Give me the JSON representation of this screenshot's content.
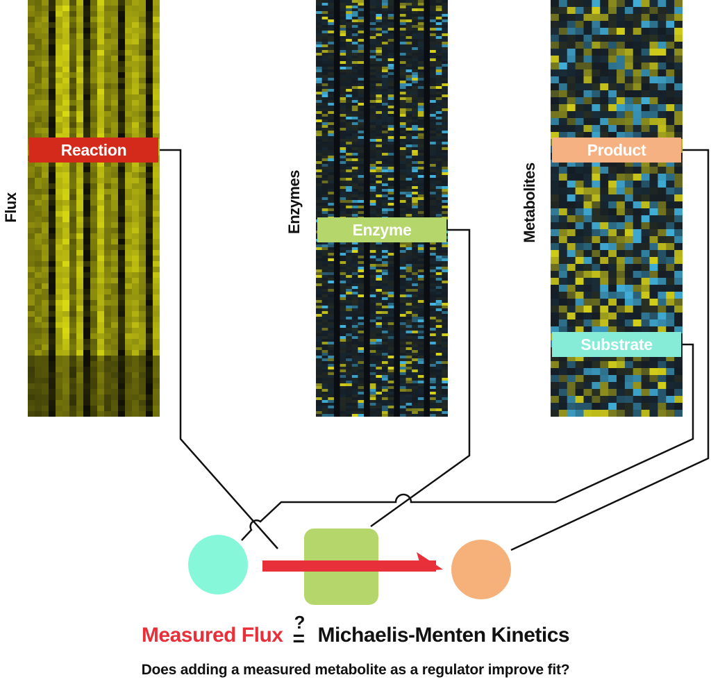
{
  "panels": {
    "flux": {
      "label": "Flux",
      "tag": "Reaction",
      "tag_color": "#d42a1c",
      "palette": "yellow"
    },
    "enzymes": {
      "label": "Enzymes",
      "tag": "Enzyme",
      "tag_color": "#b5d66a",
      "palette": "blueyellow"
    },
    "metabolites": {
      "label": "Metabolites",
      "tag_product": "Product",
      "tag_product_color": "#f6b183",
      "tag_substrate": "Substrate",
      "tag_substrate_color": "#86ecd8",
      "palette": "metab"
    }
  },
  "reaction_scheme": {
    "substrate_color": "#86f7d8",
    "enzyme_color": "#b5d66a",
    "product_color": "#f6b07a",
    "arrow_color": "#e8303a"
  },
  "caption": {
    "measured": "Measured Flux",
    "question_mark": "?",
    "equals": "=",
    "model": "Michaelis-Menten Kinetics",
    "question": "Does adding a measured metabolite as a regulator improve fit?"
  }
}
